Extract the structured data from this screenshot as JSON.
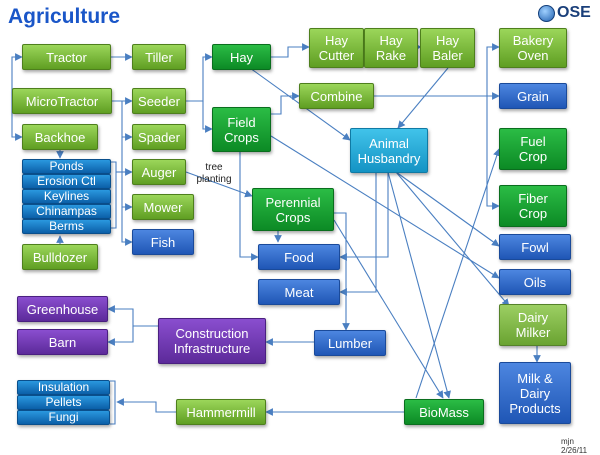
{
  "title": "Agriculture",
  "logo_text": "OSE",
  "footer": "mjn 2/26/11",
  "note": [
    "tree",
    "planting"
  ],
  "nodes": {
    "tractor": "Tractor",
    "tiller": "Tiller",
    "hay": "Hay",
    "hay_cutter": [
      "Hay",
      "Cutter"
    ],
    "hay_rake": [
      "Hay",
      "Rake"
    ],
    "hay_baler": [
      "Hay",
      "Baler"
    ],
    "bakery_oven": [
      "Bakery",
      "Oven"
    ],
    "microtractor": "MicroTractor",
    "seeder": "Seeder",
    "combine": "Combine",
    "grain": "Grain",
    "field_crops": [
      "Field",
      "Crops"
    ],
    "backhoe": "Backhoe",
    "spader": "Spader",
    "animal_husbandry": [
      "Animal",
      "Husbandry"
    ],
    "fuel_crop": [
      "Fuel",
      "Crop"
    ],
    "ponds": "Ponds",
    "erosion_ctl": "Erosion Ctl",
    "keylines": "Keylines",
    "chinampas": "Chinampas",
    "berms": "Berms",
    "auger": "Auger",
    "fiber_crop": [
      "Fiber",
      "Crop"
    ],
    "perennial_crops": [
      "Perennial",
      "Crops"
    ],
    "mower": "Mower",
    "fish": "Fish",
    "fowl": "Fowl",
    "bulldozer": "Bulldozer",
    "food": "Food",
    "oils": "Oils",
    "meat": "Meat",
    "greenhouse": "Greenhouse",
    "dairy_milker": [
      "Dairy",
      "Milker"
    ],
    "construction_infrastructure": [
      "Construction",
      "Infrastructure"
    ],
    "lumber": "Lumber",
    "barn": "Barn",
    "milk_dairy_products": [
      "Milk &",
      "Dairy",
      "Products"
    ],
    "insulation": "Insulation",
    "pellets": "Pellets",
    "fungi": "Fungi",
    "hammermill": "Hammermill",
    "biomass": "BioMass"
  },
  "colors": {
    "light_green": "#7bbb3a",
    "dark_green": "#14a330",
    "blue": "#2a63c9",
    "cyan": "#27a9d6",
    "purple": "#7438b6",
    "arrow": "#4a7fc1"
  }
}
